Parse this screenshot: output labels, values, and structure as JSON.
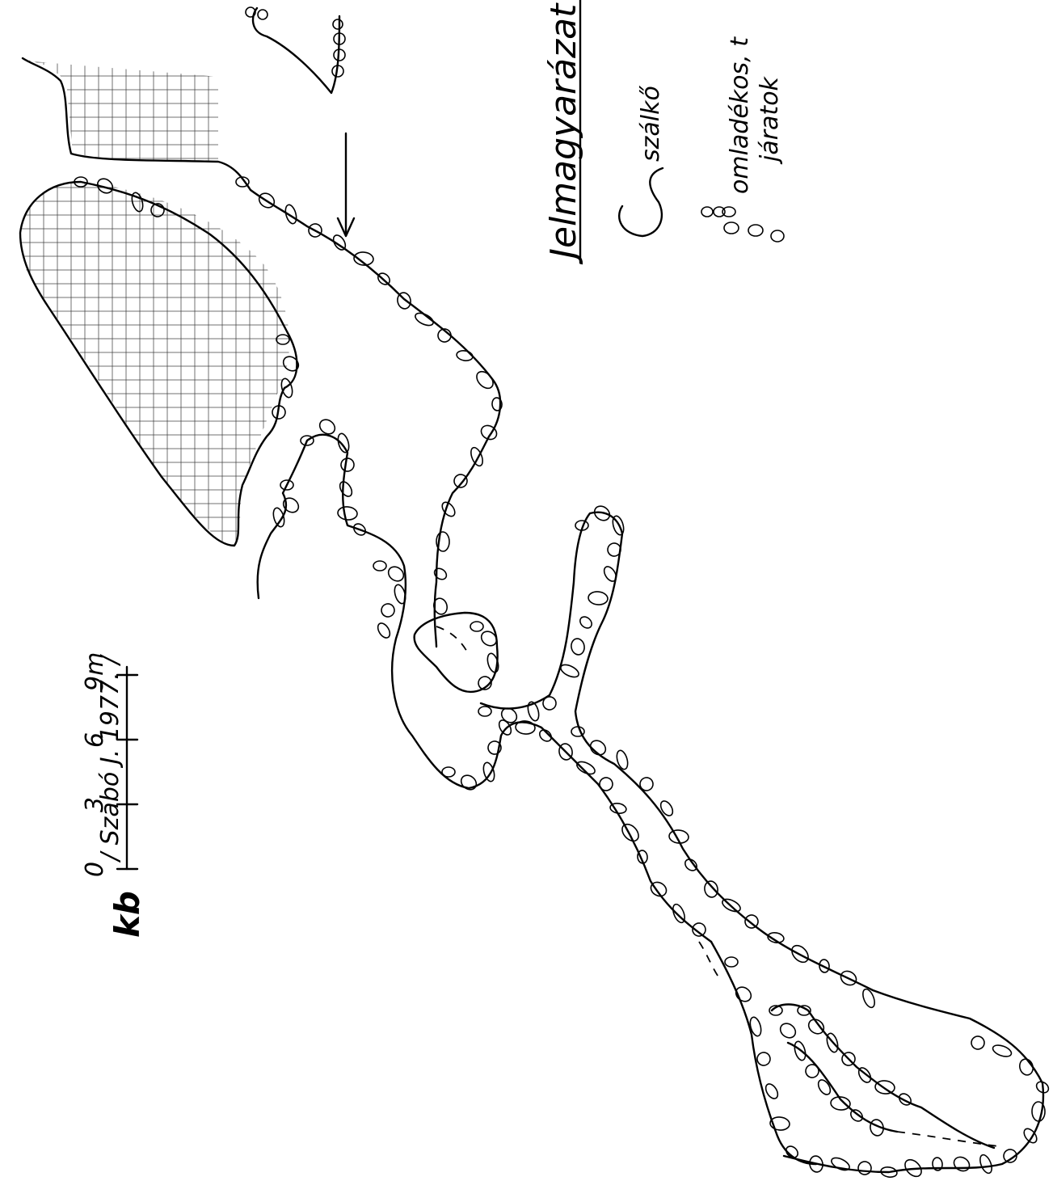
{
  "credit": "/ Szabó  J. 1977. /",
  "scale_bar": {
    "label": "kb",
    "ticks": [
      "0",
      "3",
      "6",
      "9m"
    ]
  },
  "legend": {
    "title": "Jelmagyarázat",
    "items": [
      {
        "symbol": "szálkő-symbol",
        "label": "szálkő"
      },
      {
        "symbol": "boulder-symbol",
        "label": "omladékos, t",
        "label_line2": "járatok"
      }
    ]
  },
  "icons": {
    "north_arrow": "arrow-down-icon"
  },
  "colors": {
    "ink": "#000000",
    "paper": "#ffffff"
  }
}
